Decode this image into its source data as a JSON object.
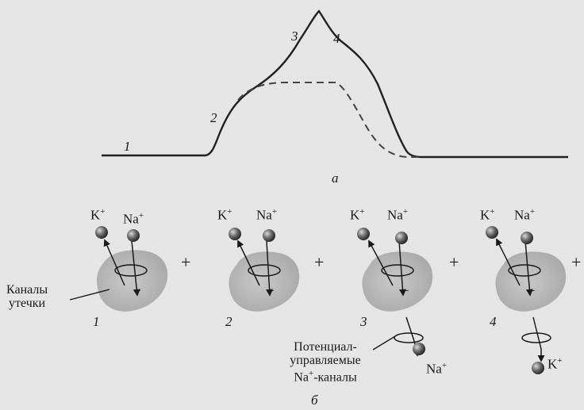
{
  "part_a": {
    "stage_numbers": [
      "1",
      "2",
      "3",
      "4"
    ],
    "label": "а"
  },
  "part_b": {
    "label": "б",
    "ion_k": "K",
    "ion_na": "Na",
    "plus_charge": "+",
    "minus_charge": "−",
    "panels": [
      {
        "number": "1"
      },
      {
        "number": "2"
      },
      {
        "number": "3"
      },
      {
        "number": "4"
      }
    ],
    "leak_channels_line1": "Каналы",
    "leak_channels_line2": "утечки",
    "gated_line1": "Потенциал-",
    "gated_line2": "управляемые",
    "gated_line3_prefix": "Na",
    "gated_line3_suffix": "-каналы"
  }
}
